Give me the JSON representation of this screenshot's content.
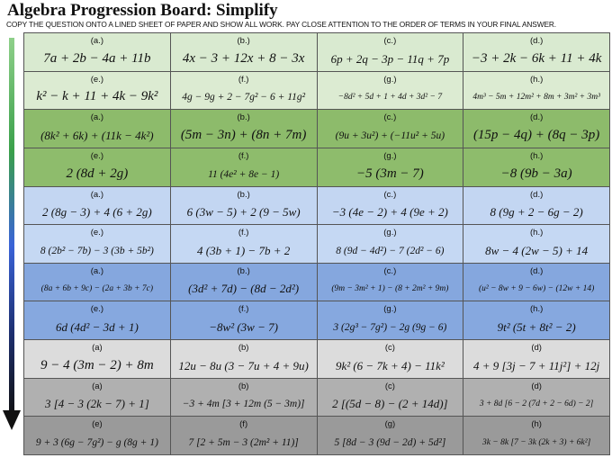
{
  "title": "Algebra Progression Board: Simplify",
  "subtitle": "COPY THE QUESTION ONTO A LINED SHEET OF PAPER AND SHOW ALL WORK.  PAY CLOSE ATTENTION TO THE ORDER OF TERMS IN YOUR FINAL ANSWER.",
  "colors": {
    "light_green": "#d9ead0",
    "dark_green": "#8dbb6b",
    "light_blue": "#c3d6f2",
    "dark_blue": "#85a7de",
    "light_gray": "#dcdcdc",
    "mid_gray": "#b0b0b0",
    "dark_gray": "#9a9a9a",
    "arrow": "gradient green-blue-black"
  },
  "rows": [
    {
      "cells": [
        {
          "label": "(a.)",
          "expr": "7a + 2b − 4a + 11b",
          "size": "lg"
        },
        {
          "label": "(b.)",
          "expr": "4x − 3 + 12x + 8 − 3x",
          "size": "lg"
        },
        {
          "label": "(c.)",
          "expr": "6p + 2q − 3p − 11q + 7p",
          "size": "md"
        },
        {
          "label": "(d.)",
          "expr": "−3 + 2k − 6k + 11 + 4k",
          "size": "lg"
        }
      ]
    },
    {
      "cells": [
        {
          "label": "(e.)",
          "expr": "k² − k + 11 + 4k − 9k²",
          "size": "lg"
        },
        {
          "label": "(f.)",
          "expr": "4g − 9g + 2 − 7g² − 6 + 11g²",
          "size": "sm"
        },
        {
          "label": "(g.)",
          "expr": "−8d² + 5d + 1 + 4d + 3d² − 7",
          "size": "xs"
        },
        {
          "label": "(h.)",
          "expr": "4m³ − 5m + 12m² + 8m + 3m² + 3m³",
          "size": "xs"
        }
      ]
    },
    {
      "cells": [
        {
          "label": "(a.)",
          "expr": "(8k² + 6k) + (11k − 4k²)",
          "size": "md"
        },
        {
          "label": "(b.)",
          "expr": "(5m − 3n) + (8n + 7m)",
          "size": "lg"
        },
        {
          "label": "(c.)",
          "expr": "(9u + 3u²) + (−11u² + 5u)",
          "size": "sm"
        },
        {
          "label": "(d.)",
          "expr": "(15p − 4q) + (8q − 3p)",
          "size": "lg"
        }
      ]
    },
    {
      "cells": [
        {
          "label": "(e.)",
          "expr": "2 (8d + 2g)",
          "size": "lg"
        },
        {
          "label": "(f.)",
          "expr": "11 (4e² + 8e − 1)",
          "size": "sm"
        },
        {
          "label": "(g.)",
          "expr": "−5 (3m − 7)",
          "size": "lg"
        },
        {
          "label": "(h.)",
          "expr": "−8 (9b − 3a)",
          "size": "lg"
        }
      ]
    },
    {
      "cells": [
        {
          "label": "(a.)",
          "expr": "2 (8g − 3) + 4 (6 + 2g)",
          "size": "md"
        },
        {
          "label": "(b.)",
          "expr": "6 (3w − 5) + 2 (9 − 5w)",
          "size": "md"
        },
        {
          "label": "(c.)",
          "expr": "−3 (4e − 2) + 4 (9e + 2)",
          "size": "md"
        },
        {
          "label": "(d.)",
          "expr": "8 (9g + 2 − 6g − 2)",
          "size": "md"
        }
      ]
    },
    {
      "cells": [
        {
          "label": "(e.)",
          "expr": "8 (2b² − 7b) − 3 (3b + 5b²)",
          "size": "sm"
        },
        {
          "label": "(f.)",
          "expr": "4 (3b + 1) − 7b + 2",
          "size": "md"
        },
        {
          "label": "(g.)",
          "expr": "8 (9d − 4d²) − 7 (2d² − 6)",
          "size": "sm"
        },
        {
          "label": "(h.)",
          "expr": "8w − 4 (2w − 5) + 14",
          "size": "md"
        }
      ]
    },
    {
      "cells": [
        {
          "label": "(a.)",
          "expr": "(8a + 6b + 9c) − (2a + 3b + 7c)",
          "size": "xs"
        },
        {
          "label": "(b.)",
          "expr": "(3d² + 7d) − (8d − 2d²)",
          "size": "md"
        },
        {
          "label": "(c.)",
          "expr": "(9m − 3m² + 1) − (8 + 2m² + 9m)",
          "size": "xs"
        },
        {
          "label": "(d.)",
          "expr": "(u² − 8w + 9 − 6w) − (12w + 14)",
          "size": "xs"
        }
      ]
    },
    {
      "cells": [
        {
          "label": "(e.)",
          "expr": "6d (4d² − 3d + 1)",
          "size": "md"
        },
        {
          "label": "(f.)",
          "expr": "−8w² (3w − 7)",
          "size": "md"
        },
        {
          "label": "(g.)",
          "expr": "3 (2g³ − 7g²) − 2g (9g − 6)",
          "size": "sm"
        },
        {
          "label": "(h.)",
          "expr": "9t² (5t + 8t² − 2)",
          "size": "md"
        }
      ]
    },
    {
      "cells": [
        {
          "label": "(a)",
          "expr": "9 − 4 (3m − 2) + 8m",
          "size": "lg"
        },
        {
          "label": "(b)",
          "expr": "12u − 8u (3 − 7u + 4 + 9u)",
          "size": "md"
        },
        {
          "label": "(c)",
          "expr": "9k² (6 − 7k + 4) − 11k²",
          "size": "md"
        },
        {
          "label": "(d)",
          "expr": "4 + 9 [3j − 7 + 11j²] + 12j",
          "size": "md"
        }
      ]
    },
    {
      "cells": [
        {
          "label": "(a)",
          "expr": "3 [4 − 3 (2k − 7) + 1]",
          "size": "md"
        },
        {
          "label": "(b)",
          "expr": "−3 + 4m [3 + 12m (5 − 3m)]",
          "size": "sm"
        },
        {
          "label": "(c)",
          "expr": "2 [(5d − 8) − (2 + 14d)]",
          "size": "md"
        },
        {
          "label": "(d)",
          "expr": "3 + 8d [6 − 2 (7d + 2 − 6d) − 2]",
          "size": "xs"
        }
      ]
    },
    {
      "cells": [
        {
          "label": "(e)",
          "expr": "9 + 3 (6g − 7g²) − g (8g + 1)",
          "size": "sm"
        },
        {
          "label": "(f)",
          "expr": "7 [2 + 5m − 3 (2m² + 11)]",
          "size": "sm"
        },
        {
          "label": "(g)",
          "expr": "5 [8d − 3 (9d − 2d) + 5d²]",
          "size": "sm"
        },
        {
          "label": "(h)",
          "expr": "3k − 8k [7 − 3k (2k + 3) + 6k²]",
          "size": "xs"
        }
      ]
    }
  ]
}
